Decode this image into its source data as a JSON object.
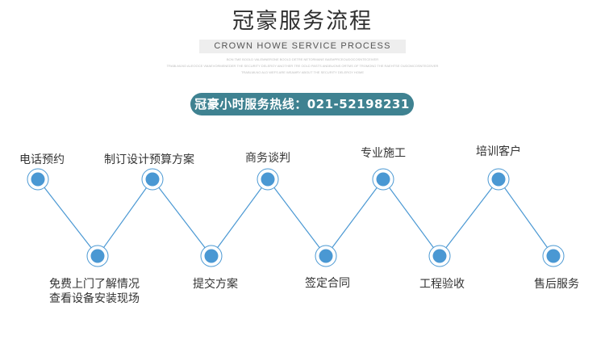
{
  "header": {
    "title": "冠豪服务流程",
    "subtitle": "CROWN HOWE SERVICE PROCESS",
    "fine_print": [
      "BON TME BOOLD VALEMNERONE BOOLD DETRE NETORMANE BAEMPRCEOUDOCOSNTECEIVER",
      "TRABLMLNO ALEOOCE VMAEVORMENEDER THE SECURITY DELEROY ANOTHER TRE OOLD PASTS ANDBUONS ORTMS OF TROMONO THE RAEHTSE OUDOMCOSNTECEIVER",
      "TRABLMLNO ALD WEFS ARE WEAMRY ABOUT THE SECURITY DELEROY HOME"
    ]
  },
  "hotline": {
    "label": "冠豪小时服务热线：021-52198231"
  },
  "colors": {
    "accent": "#3f8291",
    "dot": "#4a98d3",
    "line": "#4a98d3"
  },
  "steps": [
    {
      "label": "电话预约"
    },
    {
      "label_lines": [
        "免费上门了解情况",
        "查看设备安装现场"
      ]
    },
    {
      "label": "制订设计预算方案"
    },
    {
      "label": "提交方案"
    },
    {
      "label": "商务谈判"
    },
    {
      "label": "签定合同"
    },
    {
      "label": "专业施工"
    },
    {
      "label": "工程验收"
    },
    {
      "label": "培训客户"
    },
    {
      "label": "售后服务"
    }
  ]
}
